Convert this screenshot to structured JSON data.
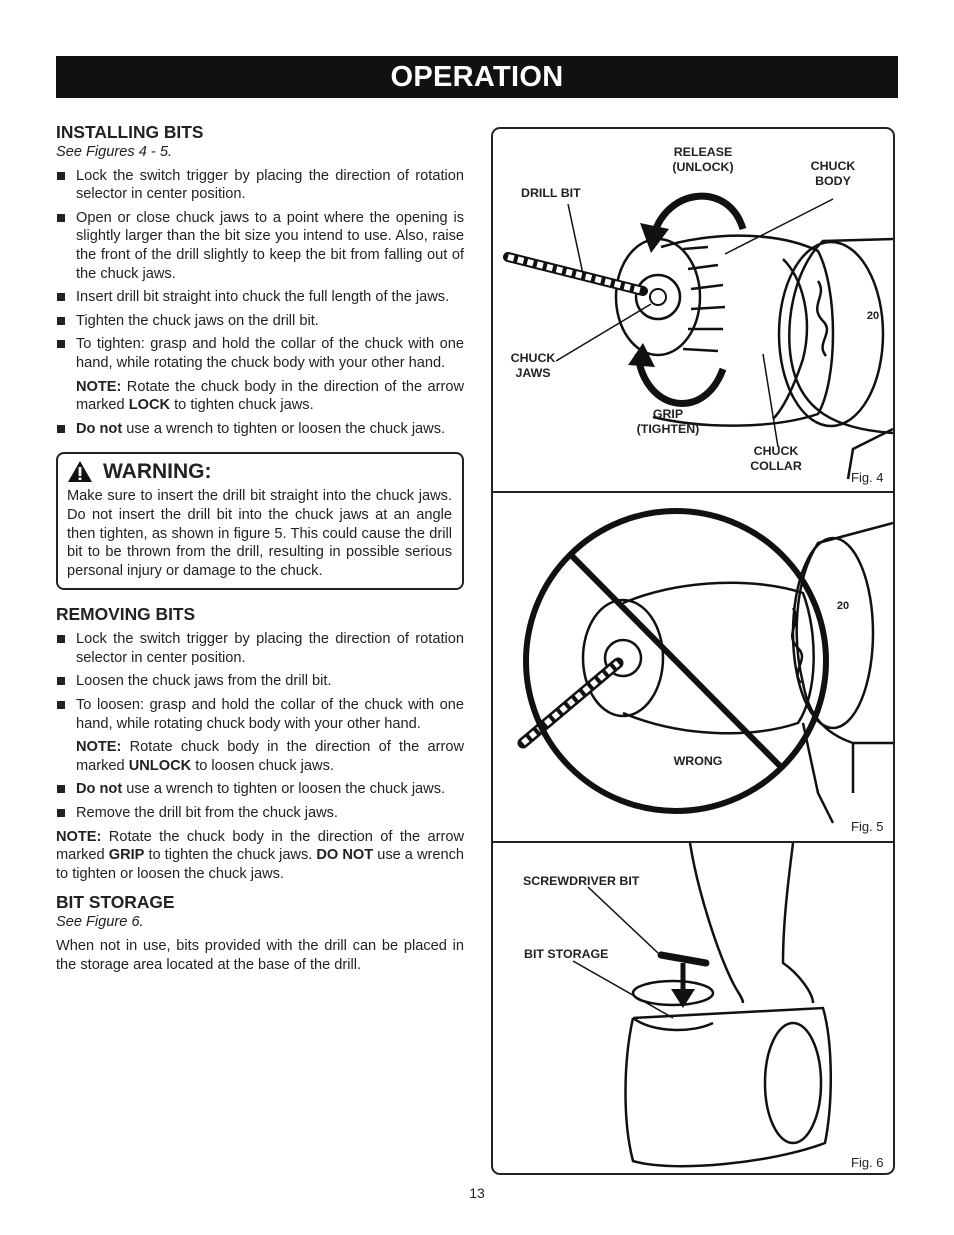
{
  "header": {
    "title": "OPERATION"
  },
  "installing": {
    "heading": "INSTALLING BITS",
    "see": "See Figures 4 - 5.",
    "bullets": [
      "Lock the switch trigger by placing the direction of rotation selector in center position.",
      "Open or close chuck jaws to a point where the opening is slightly larger than the bit size you intend to use. Also, raise the front of the drill slightly to keep the bit from falling out of the chuck jaws.",
      "Insert drill bit straight into chuck the full length of the jaws.",
      "Tighten the chuck jaws on the drill bit.",
      "To tighten: grasp and hold the collar of the chuck with one hand, while rotating the chuck body with your other hand."
    ],
    "note_label": "NOTE:",
    "note_text_1": " Rotate the chuck body in the direction of the arrow marked ",
    "note_bold": "LOCK",
    "note_text_2": " to tighten chuck jaws.",
    "last_bold": "Do not",
    "last_text": " use a wrench to tighten or loosen the chuck jaws."
  },
  "warning": {
    "title": "WARNING:",
    "text": "Make sure to insert the drill bit straight into the chuck jaws. Do not insert the drill bit into the chuck jaws at an angle then tighten, as shown in figure 5. This could cause the drill bit to be thrown from the drill, resulting in possible serious personal injury or damage to the chuck."
  },
  "removing": {
    "heading": "REMOVING BITS",
    "bullets": [
      "Lock the switch trigger by placing the direction of rotation selector in center position.",
      "Loosen the chuck jaws from the drill bit.",
      "To loosen: grasp and hold the collar of the chuck with one hand, while rotating chuck body with your other hand."
    ],
    "note_label": "NOTE:",
    "note_text_1": " Rotate chuck body in the direction of the arrow marked ",
    "note_bold": "UNLOCK",
    "note_text_2": " to loosen chuck jaws.",
    "donot_bold": "Do not",
    "donot_text": " use a wrench to tighten or loosen the chuck jaws.",
    "remove": "Remove the drill bit from the chuck jaws.",
    "final_label": "NOTE:",
    "final_1": " Rotate the chuck body in the direction of the arrow marked ",
    "final_grip": "GRIP",
    "final_2": " to tighten the chuck jaws. ",
    "final_donot": "DO NOT",
    "final_3": " use a wrench to tighten or loosen the chuck jaws."
  },
  "storage": {
    "heading": "BIT STORAGE",
    "see": "See Figure 6.",
    "text": "When not in use, bits provided with the drill can be placed in the storage area located at the base of the drill."
  },
  "fig4": {
    "caption": "Fig. 4",
    "release_1": "RELEASE",
    "release_2": "(UNLOCK)",
    "chuck_body_1": "CHUCK",
    "chuck_body_2": "BODY",
    "drill_bit": "DRILL BIT",
    "chuck_jaws_1": "CHUCK",
    "chuck_jaws_2": "JAWS",
    "grip_1": "GRIP",
    "grip_2": "(TIGHTEN)",
    "collar_1": "CHUCK",
    "collar_2": "COLLAR",
    "dial_number": "20"
  },
  "fig5": {
    "caption": "Fig. 5",
    "wrong": "WRONG",
    "dial_number": "20"
  },
  "fig6": {
    "caption": "Fig. 6",
    "screwdriver_bit": "SCREWDRIVER BIT",
    "bit_storage": "BIT STORAGE"
  },
  "page_number": "13"
}
